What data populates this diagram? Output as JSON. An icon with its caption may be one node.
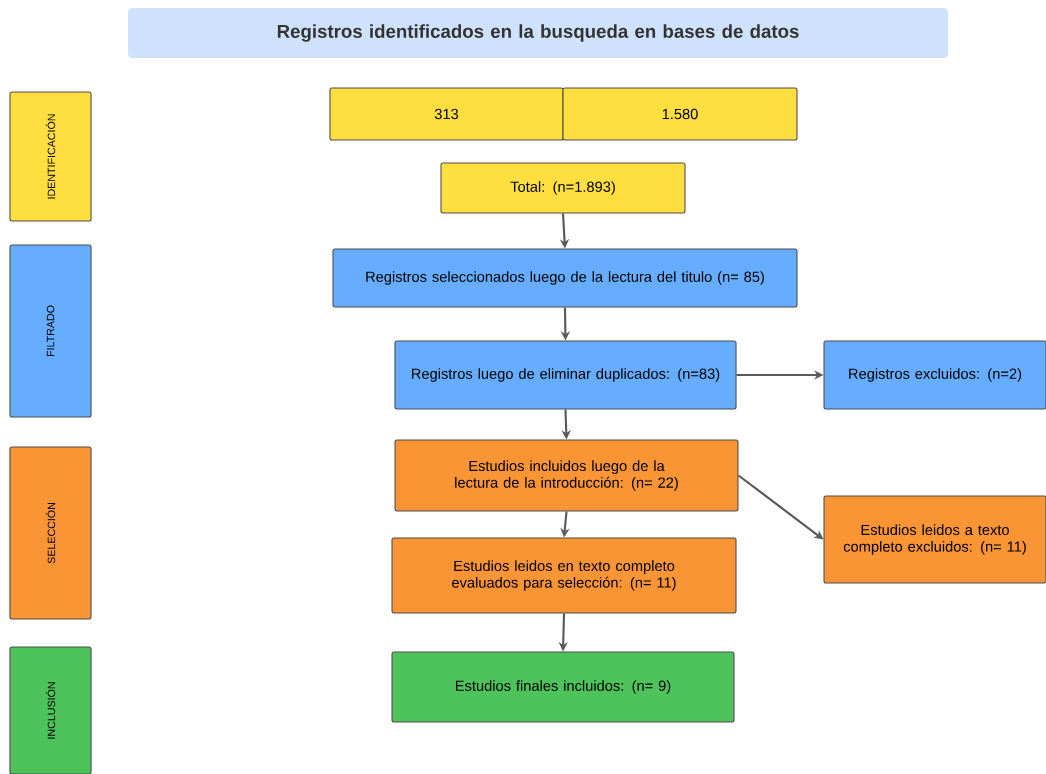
{
  "diagram": {
    "nodes": [
      {
        "text": [
          "Registros identificados en la busqueda en bases de datos"
        ]
      },
      {
        "text": [
          "IDENTIFICACIÓN"
        ]
      },
      {
        "text": [
          "FILTRADO"
        ]
      },
      {
        "text": [
          "SELECCIÓN"
        ]
      },
      {
        "text": [
          "INCLUSIÓN"
        ]
      },
      {
        "text": [
          "313"
        ]
      },
      {
        "text": [
          "1.580"
        ]
      },
      {
        "text": [
          "Total: (n=1.893)"
        ]
      },
      {
        "text": [
          "Registros seleccionados luego de la lectura del titulo (n= 85)"
        ]
      },
      {
        "text": [
          "Registros luego de eliminar duplicados: (n=83)"
        ]
      },
      {
        "text": [
          "Registros excluidos: (n=2)"
        ]
      },
      {
        "text": [
          "Estudios incluidos luego de la lectura de la introducción: (n= 22)"
        ]
      },
      {
        "text": [
          "Estudios leidos a texto completo excluidos: (n= 11)"
        ]
      },
      {
        "text": [
          "Estudios leidos en texto completo evaluados para selección: (n= 11)"
        ]
      },
      {
        "text": [
          "Estudios finales incluidos: (n= 9)"
        ]
      }
    ],
    "edges": [
      {
        "from": 7,
        "to": 8,
        "arrow": "to"
      },
      {
        "from": 8,
        "to": 9,
        "arrow": "to"
      },
      {
        "from": 9,
        "to": 10,
        "arrow": "to"
      },
      {
        "from": 9,
        "to": 11,
        "arrow": "to"
      },
      {
        "from": 11,
        "to": 12,
        "arrow": "to"
      },
      {
        "from": 11,
        "to": 13,
        "arrow": "to"
      },
      {
        "from": 13,
        "to": 14,
        "arrow": "to"
      }
    ]
  }
}
